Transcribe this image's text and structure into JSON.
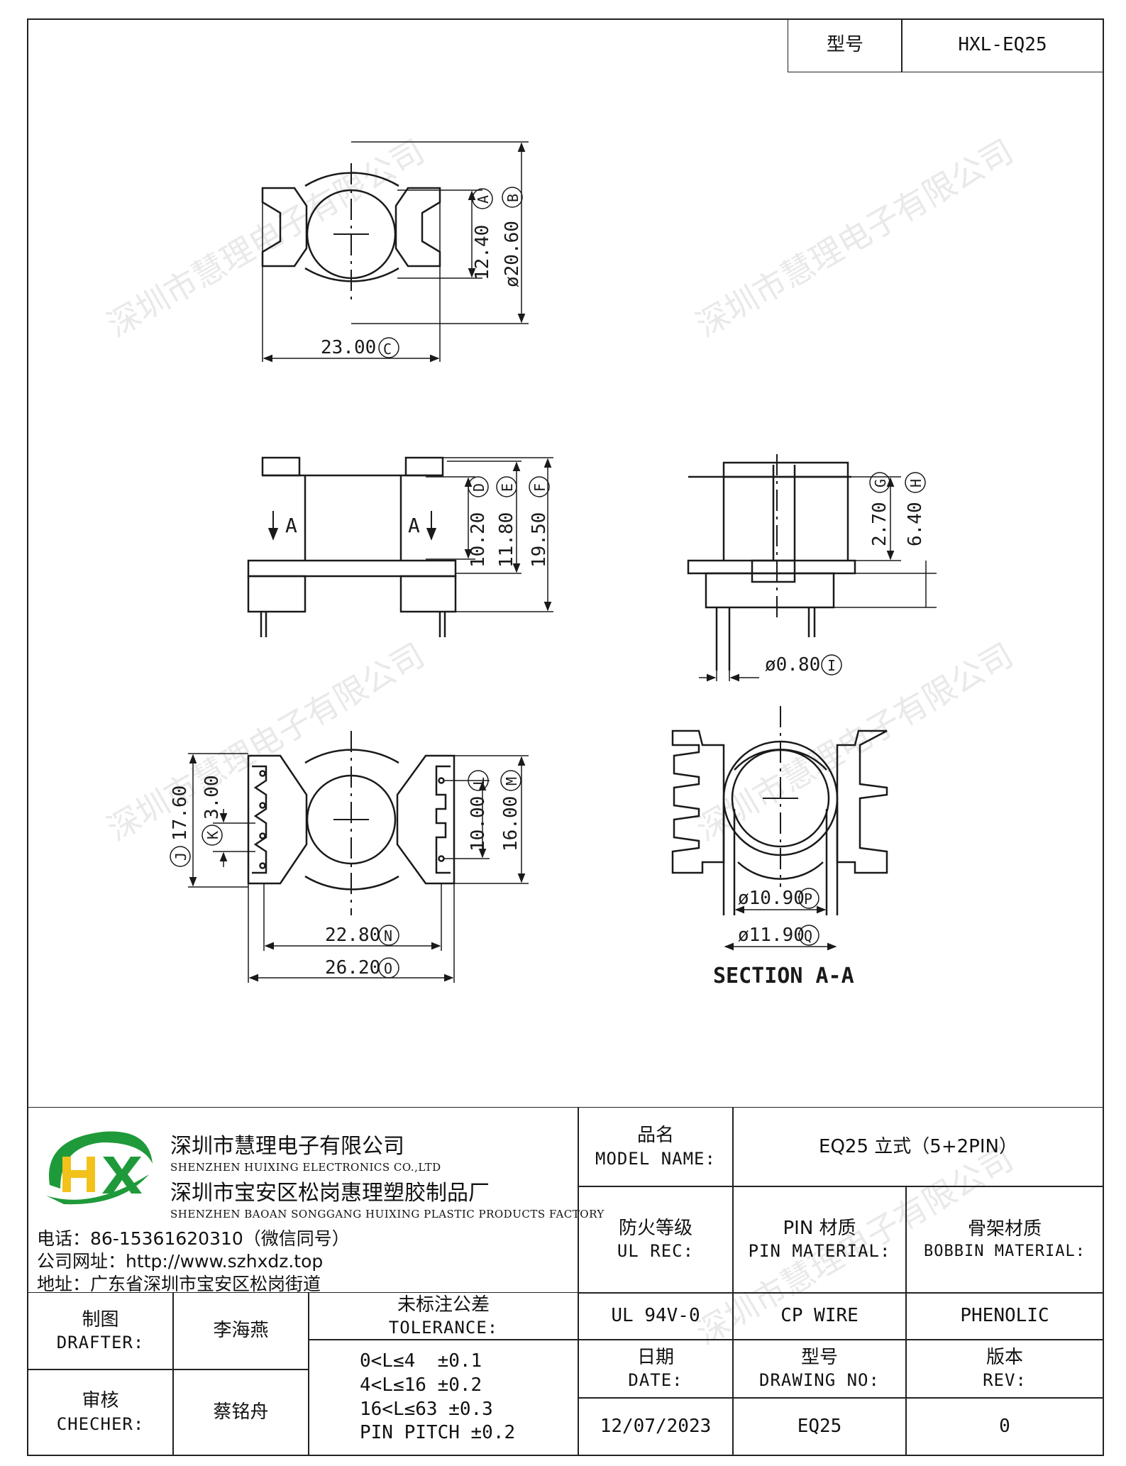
{
  "header": {
    "model_label": "型号",
    "model_value": "HXL-EQ25"
  },
  "watermark": "深圳市慧理电子有限公司",
  "dimensions": {
    "A": "12.40",
    "B": "ø20.60",
    "C": "23.00",
    "D": "10.20",
    "E": "11.80",
    "F": "19.50",
    "G": "2.70",
    "H": "6.40",
    "I": "ø0.80",
    "J": "17.60",
    "K": "3.00",
    "L": "10.00",
    "M": "16.00",
    "N": "22.80",
    "O": "26.20",
    "P": "ø10.90",
    "Q": "ø11.90",
    "section_marker": "A",
    "section_title": "SECTION A-A",
    "circled": {
      "A": "A",
      "B": "B",
      "C": "C",
      "D": "D",
      "E": "E",
      "F": "F",
      "G": "G",
      "H": "H",
      "I": "I",
      "J": "J",
      "K": "K",
      "L": "L",
      "M": "M",
      "N": "N",
      "O": "O",
      "P": "P",
      "Q": "Q"
    }
  },
  "company": {
    "name_cn": "深圳市慧理电子有限公司",
    "name_en": "SHENZHEN HUIXING ELECTRONICS CO.,LTD",
    "factory_cn": "深圳市宝安区松岗惠理塑胶制品厂",
    "factory_en": "SHENZHEN BAOAN SONGGANG HUIXING PLASTIC PRODUCTS FACTORY",
    "phone": "电话：86-15361620310（微信同号）",
    "website": "公司网址：http://www.szhxdz.top",
    "address": "地址：广东省深圳市宝安区松岗街道",
    "logo_text": "HX",
    "colors": {
      "green": "#1f9a3a",
      "yellow": "#f2c21b"
    }
  },
  "title_block": {
    "model_name_cn": "品名",
    "model_name_en": "MODEL NAME:",
    "model_name_value": "EQ25 立式（5+2PIN）",
    "ul_cn": "防火等级",
    "ul_en": "UL REC:",
    "ul_value": "UL 94V-0",
    "pin_cn": "PIN 材质",
    "pin_en": "PIN MATERIAL:",
    "pin_value": "CP WIRE",
    "bobbin_cn": "骨架材质",
    "bobbin_en": "BOBBIN MATERIAL:",
    "bobbin_value": "PHENOLIC",
    "drafter_cn": "制图",
    "drafter_en": "DRAFTER:",
    "drafter_value": "李海燕",
    "checker_cn": "审核",
    "checker_en": "CHECHER:",
    "checker_value": "蔡铭舟",
    "tolerance_cn": "未标注公差",
    "tolerance_en": "TOLERANCE:",
    "tolerance_lines": [
      "0<L≤4  ±0.1",
      "4<L≤16 ±0.2",
      "16<L≤63 ±0.3",
      "PIN PITCH ±0.2"
    ],
    "date_cn": "日期",
    "date_en": "DATE:",
    "date_value": "12/07/2023",
    "drawing_cn": "型号",
    "drawing_en": "DRAWING NO:",
    "drawing_value": "EQ25",
    "rev_cn": "版本",
    "rev_en": "REV:",
    "rev_value": "0"
  }
}
